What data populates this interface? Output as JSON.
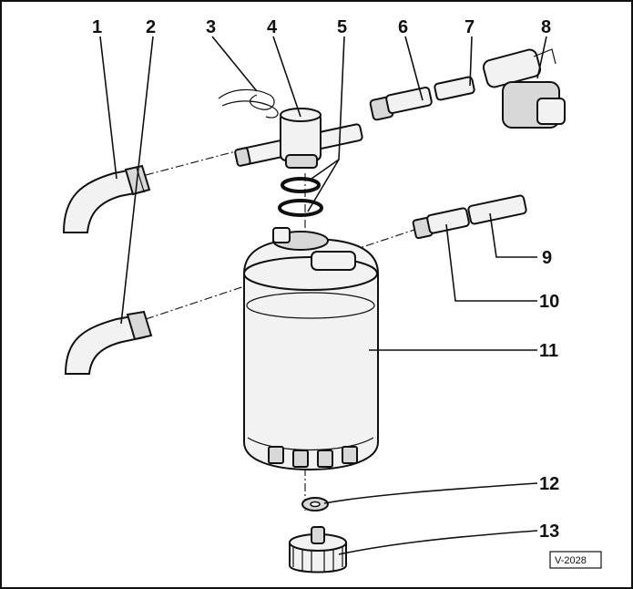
{
  "callouts": [
    {
      "id": "1",
      "label": "1"
    },
    {
      "id": "2",
      "label": "2"
    },
    {
      "id": "3",
      "label": "3"
    },
    {
      "id": "4",
      "label": "4"
    },
    {
      "id": "5",
      "label": "5"
    },
    {
      "id": "6",
      "label": "6"
    },
    {
      "id": "7",
      "label": "7"
    },
    {
      "id": "8",
      "label": "8"
    },
    {
      "id": "9",
      "label": "9"
    },
    {
      "id": "10",
      "label": "10"
    },
    {
      "id": "11",
      "label": "11"
    },
    {
      "id": "12",
      "label": "12"
    },
    {
      "id": "13",
      "label": "13"
    }
  ],
  "reference_code": "V-2028"
}
